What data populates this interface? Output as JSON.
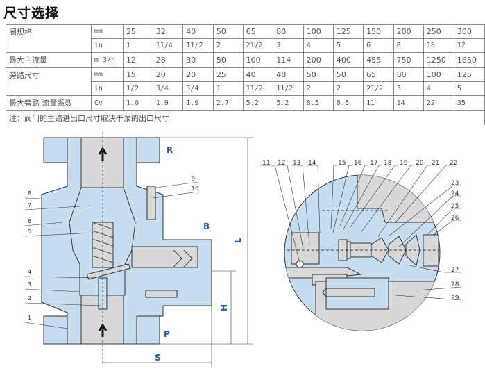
{
  "title": "尺寸选择",
  "table": {
    "rows": [
      {
        "label": "阀规格",
        "unit": "mm",
        "values": [
          "25",
          "32",
          "40",
          "50",
          "65",
          "80",
          "100",
          "125",
          "150",
          "200",
          "250",
          "300"
        ]
      },
      {
        "label": "",
        "unit": "in",
        "values": [
          "1",
          "11/4",
          "11/2",
          "2",
          "21/2",
          "3",
          "4",
          "5",
          "6",
          "8",
          "10",
          "12"
        ]
      },
      {
        "label": "最大主流量",
        "unit": "m 3/h",
        "values": [
          "12",
          "28",
          "30",
          "50",
          "100",
          "114",
          "200",
          "400",
          "455",
          "750",
          "1250",
          "1650"
        ]
      },
      {
        "label": "旁路尺寸",
        "unit": "mm",
        "values": [
          "15",
          "20",
          "20",
          "25",
          "40",
          "40",
          "50",
          "50",
          "65",
          "80",
          "100",
          "125"
        ]
      },
      {
        "label": "",
        "unit": "in",
        "values": [
          "1/2",
          "3/4",
          "3/4",
          "1",
          "11/2",
          "11/2",
          "2",
          "2",
          "21/2",
          "3",
          "4",
          "5"
        ]
      },
      {
        "label": "最大旁路 流量系数",
        "unit": "Cv",
        "values": [
          "1.0",
          "1.9",
          "1.9",
          "2.7",
          "5.2",
          "5.2",
          "8.5",
          "8.5",
          "11",
          "14",
          "22",
          "35"
        ]
      }
    ],
    "note": "注：阀门的主路进出口尺寸取决于泵的出口尺寸"
  },
  "diagram_left": {
    "parts": [
      "1",
      "2",
      "3",
      "4",
      "5",
      "6",
      "7",
      "8",
      "9",
      "10"
    ],
    "ports": {
      "R": "R",
      "B": "B",
      "P": "P"
    },
    "dims": {
      "L": "L",
      "H": "H",
      "S": "S"
    }
  },
  "diagram_right": {
    "parts": [
      "11",
      "12",
      "13",
      "14",
      "15",
      "16",
      "17",
      "18",
      "19",
      "20",
      "21",
      "22",
      "23",
      "24",
      "25",
      "26",
      "27",
      "28",
      "29"
    ]
  },
  "colors": {
    "body": "#c6ddf0",
    "interior": "#d8d8d8",
    "accent": "#2a5aa8"
  }
}
